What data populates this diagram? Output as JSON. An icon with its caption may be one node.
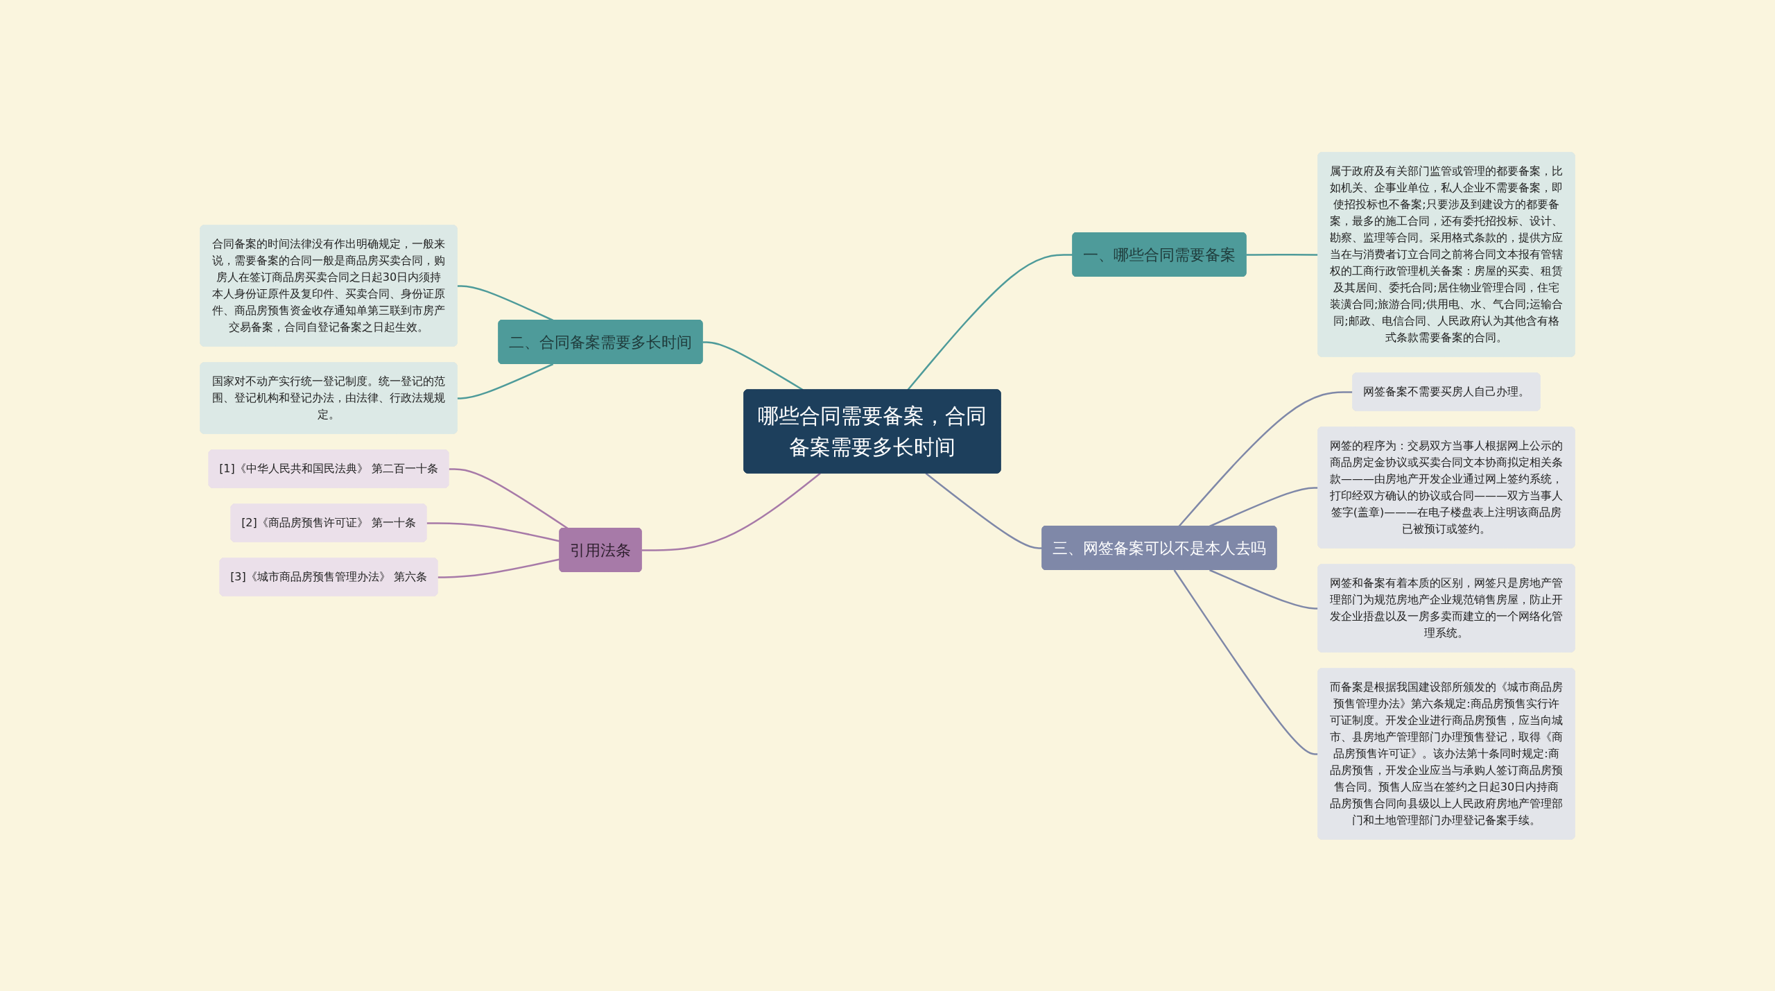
{
  "diagram": {
    "nodes": [
      {
        "text": [
          "哪些合同需要备案，合同备案需要多长时间"
        ]
      },
      {
        "text": [
          "一、哪些合同需要备案"
        ]
      },
      {
        "text": [
          "属于政府及有关部门监管或管理的都要备案，比如机关、企事业单位，私人企业不需要备案，即使招投标也不备案;只要涉及到建设方的都要备案，最多的施工合同，还有委托招投标、设计、勘察、监理等合同。采用格式条款的，提供方应当在与消费者订立合同之前将合同文本报有管辖权的工商行政管理机关备案：房屋的买卖、租赁及其居间、委托合同;居住物业管理合同，住宅装潢合同;旅游合同;供用电、水、气合同;运输合同;邮政、电信合同、人民政府认为其他含有格式条款需要备案的合同。"
        ]
      },
      {
        "text": [
          "二、合同备案需要多长时间"
        ]
      },
      {
        "text": [
          "合同备案的时间法律没有作出明确规定，一般来说，需要备案的合同一般是商品房买卖合同，购房人在签订商品房买卖合同之日起30日内须持本人身份证原件及复印件、买卖合同、身份证原件、商品房预售资金收存通知单第三联到市房产交易备案，合同自登记备案之日起生效。"
        ]
      },
      {
        "text": [
          "国家对不动产实行统一登记制度。统一登记的范围、登记机构和登记办法，由法律、行政法规规定。"
        ]
      },
      {
        "text": [
          "三、网签备案可以不是本人去吗"
        ]
      },
      {
        "text": [
          "网签备案不需要买房人自己办理。"
        ]
      },
      {
        "text": [
          "网签的程序为：交易双方当事人根据网上公示的商品房定金协议或买卖合同文本协商拟定相关条款———由房地产开发企业通过网上签约系统，打印经双方确认的协议或合同———双方当事人签字(盖章)———在电子楼盘表上注明该商品房已被预订或签约。"
        ]
      },
      {
        "text": [
          "网签和备案有着本质的区别，网签只是房地产管理部门为规范房地产企业规范销售房屋，防止开发企业捂盘以及一房多卖而建立的一个网络化管理系统。"
        ]
      },
      {
        "text": [
          "而备案是根据我国建设部所颁发的《城市商品房预售管理办法》第六条规定:商品房预售实行许可证制度。开发企业进行商品房预售，应当向城市、县房地产管理部门办理预售登记，取得《商品房预售许可证》。该办法第十条同时规定:商品房预售，开发企业应当与承购人签订商品房预售合同。预售人应当在签约之日起30日内持商品房预售合同向县级以上人民政府房地产管理部门和土地管理部门办理登记备案手续。"
        ]
      },
      {
        "text": [
          "引用法条"
        ]
      },
      {
        "text": [
          "[1]《中华人民共和国民法典》 第二百一十条"
        ]
      },
      {
        "text": [
          "[2]《商品房预售许可证》 第一十条"
        ]
      },
      {
        "text": [
          "[3]《城市商品房预售管理办法》 第六条"
        ]
      }
    ],
    "edges": [
      {
        "from": 0,
        "to": 1,
        "arrow": "none",
        "color": "#4e9b9a"
      },
      {
        "from": 1,
        "to": 2,
        "arrow": "none",
        "color": "#4e9b9a"
      },
      {
        "from": 0,
        "to": 3,
        "arrow": "none",
        "color": "#4e9b9a"
      },
      {
        "from": 3,
        "to": 4,
        "arrow": "none",
        "color": "#4e9b9a"
      },
      {
        "from": 3,
        "to": 5,
        "arrow": "none",
        "color": "#4e9b9a"
      },
      {
        "from": 0,
        "to": 6,
        "arrow": "none",
        "color": "#7f88a8"
      },
      {
        "from": 6,
        "to": 7,
        "arrow": "none",
        "color": "#7f88a8"
      },
      {
        "from": 6,
        "to": 8,
        "arrow": "none",
        "color": "#7f88a8"
      },
      {
        "from": 6,
        "to": 9,
        "arrow": "none",
        "color": "#7f88a8"
      },
      {
        "from": 6,
        "to": 10,
        "arrow": "none",
        "color": "#7f88a8"
      },
      {
        "from": 0,
        "to": 11,
        "arrow": "none",
        "color": "#a77aa8"
      },
      {
        "from": 11,
        "to": 12,
        "arrow": "none",
        "color": "#a77aa8"
      },
      {
        "from": 11,
        "to": 13,
        "arrow": "none",
        "color": "#a77aa8"
      },
      {
        "from": 11,
        "to": 14,
        "arrow": "none",
        "color": "#a77aa8"
      }
    ]
  }
}
